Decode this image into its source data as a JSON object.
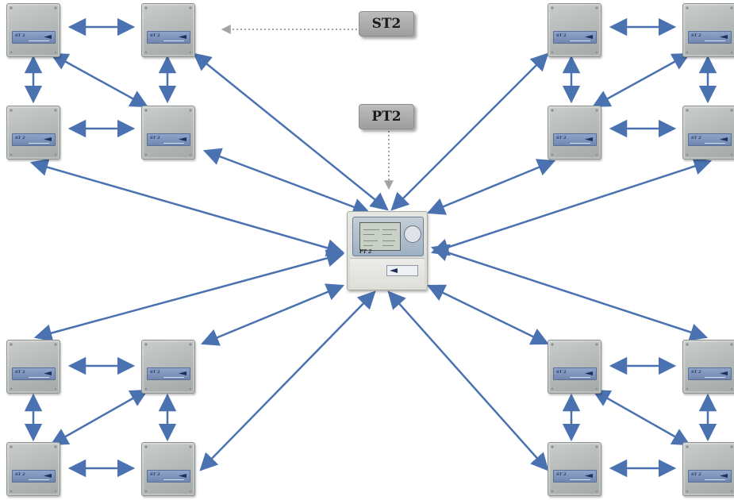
{
  "callouts": {
    "st2": "ST2",
    "pt2": "PT2"
  },
  "devices": {
    "primary_model": "PT 2",
    "satellite_model": "ST 2"
  },
  "colors": {
    "link_arrow": "#4a72b0",
    "pointer": "#a3a3a3",
    "enclosure": "#b8bdbb",
    "label_plate": "#7f95bd",
    "callout_bg": "#ababab"
  },
  "diagram": {
    "satellite_count": 16,
    "clusters": 4,
    "link_type": "bidirectional"
  }
}
